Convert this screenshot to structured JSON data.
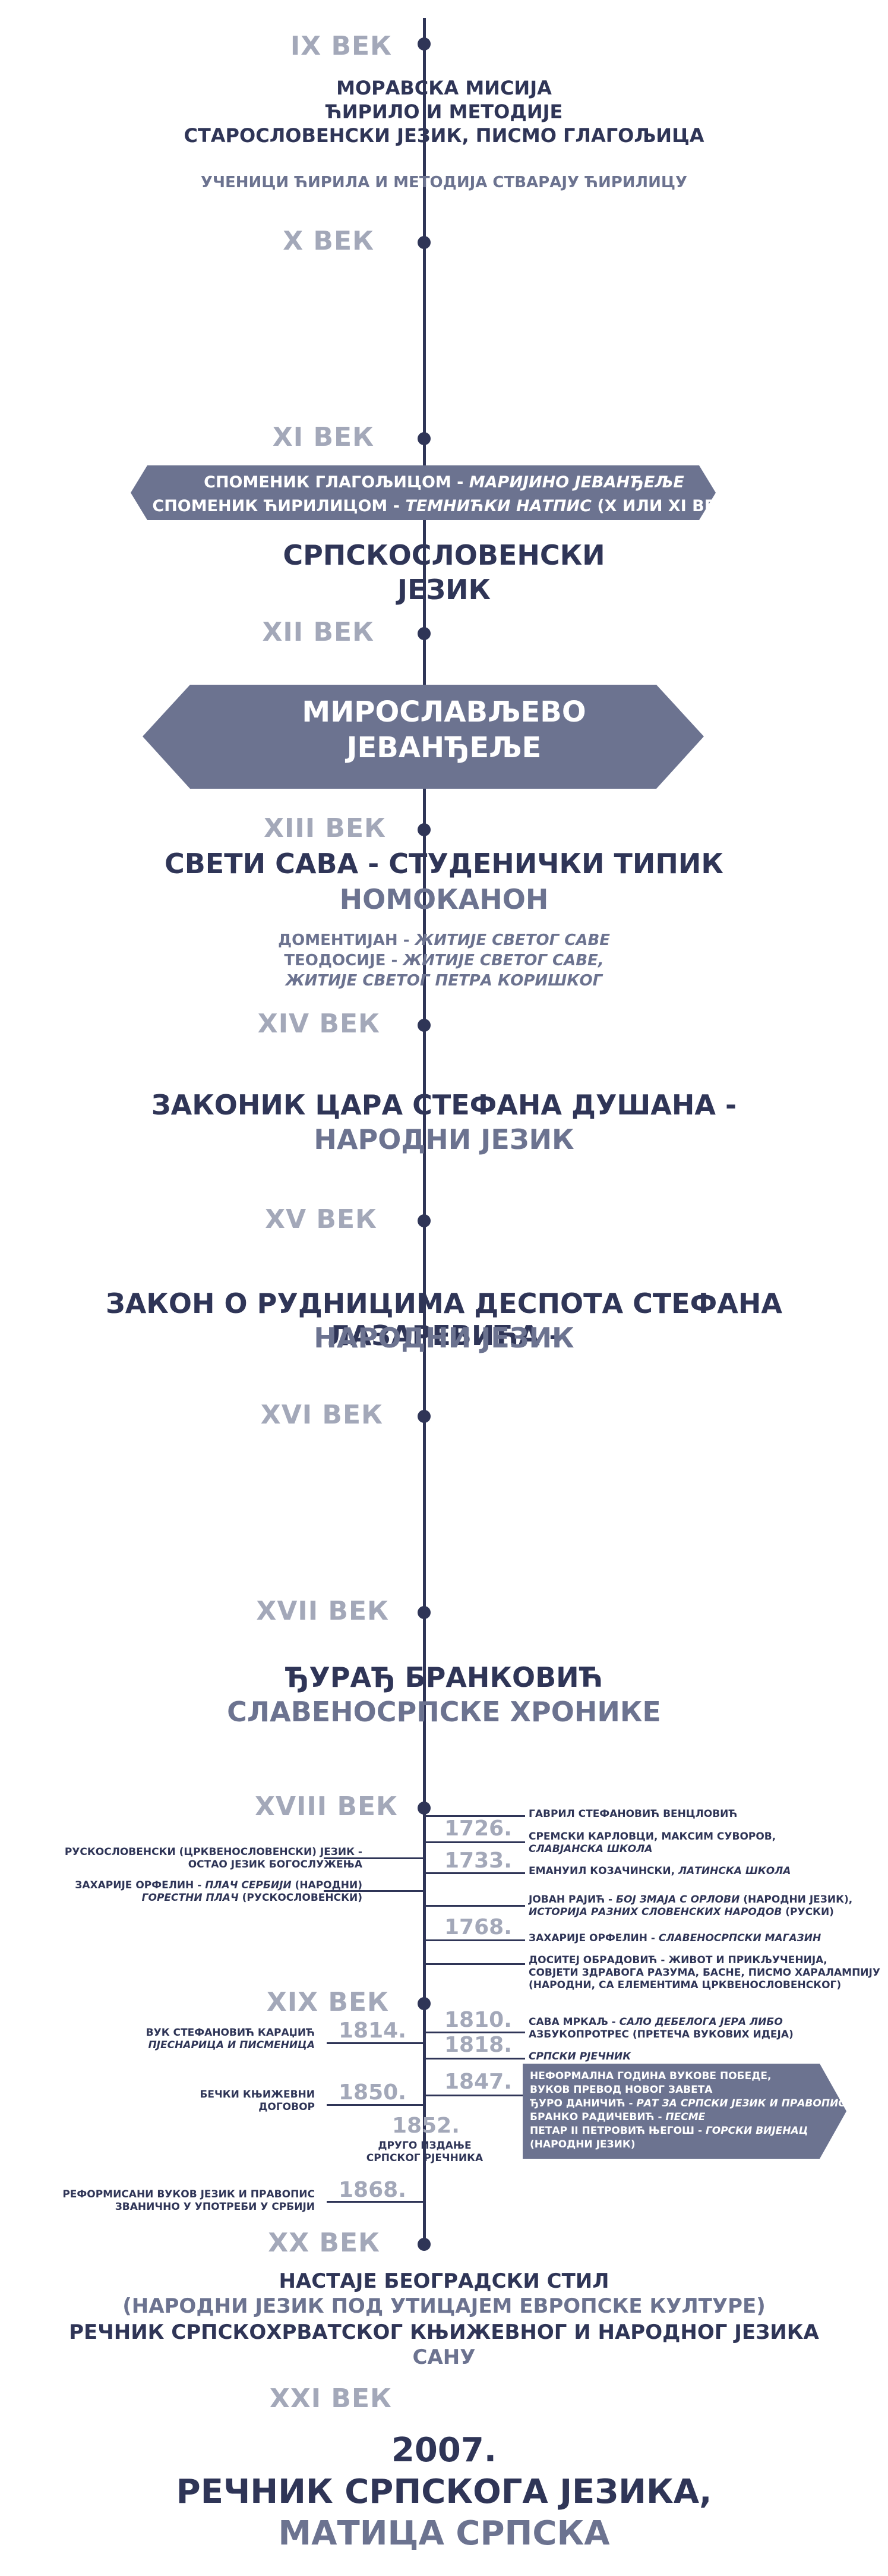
{
  "centuries": [
    "IX ВЕК",
    "X ВЕК",
    "XI ВЕК",
    "XII ВЕК",
    "XIII ВЕК",
    "XIV ВЕК",
    "XV ВЕК",
    "XVI ВЕК",
    "XVII ВЕК",
    "XVIII ВЕК",
    "XIX ВЕК",
    "XX ВЕК",
    "XXI ВЕК"
  ],
  "ix": {
    "line1": "МОРАВСКА МИСИЈА",
    "line2": "ЋИРИЛО И МЕТОДИЈЕ",
    "line3": "СТАРОСЛОВЕНСКИ ЈЕЗИК, ПИСМО ГЛАГОЉИЦА",
    "line4": "УЧЕНИЦИ ЋИРИЛА И МЕТОДИЈА СТВАРАЈУ ЋИРИЛИЦУ"
  },
  "xi": {
    "banner1_plain": "СПОМЕНИК ГЛАГОЉИЦОМ - ",
    "banner1_italic": "МАРИЈИНО ЈЕВАНЂЕЉЕ",
    "banner2_plain": "СПОМЕНИК ЋИРИЛИЦОМ - ",
    "banner2_italic": "ТЕМНИЋКИ НАТПИС",
    "banner2_tail": " (X ИЛИ XI ВЕК)",
    "title1": "СРПСКОСЛОВЕНСКИ",
    "title2": "ЈЕЗИК"
  },
  "xii": {
    "line1": "МИРОСЛАВЉЕВО",
    "line2": "ЈЕВАНЂЕЉЕ"
  },
  "xiii": {
    "title": "СВЕТИ САВА - СТУДЕНИЧКИ ТИПИК",
    "subtitle": "НОМОКАНОН",
    "a_plain": "ДОМЕНТИЈАН - ",
    "a_italic": "ЖИТИЈЕ СВЕТОГ САВЕ",
    "b_plain": "ТЕОДОСИЈЕ - ",
    "b_italic": "ЖИТИЈЕ СВЕТОГ САВЕ,",
    "c_italic": "ЖИТИЈЕ СВЕТОГ ПЕТРА КОРИШКОГ"
  },
  "xiv": {
    "title": "ЗАКОНИК ЦАРА СТЕФАНА ДУШАНА -",
    "subtitle": "НАРОДНИ ЈЕЗИК"
  },
  "xv": {
    "title": "ЗАКОН О РУДНИЦИМА ДЕСПОТА СТЕФАНА ЛАЗАРЕВИЋА -",
    "subtitle": "НАРОДНИ ЈЕЗИК"
  },
  "xvii": {
    "title": "ЂУРАЂ БРАНКОВИЋ",
    "subtitle": "СЛАВЕНОСРПСКЕ ХРОНИКЕ"
  },
  "xviii": {
    "r1": "ГАВРИЛ СТЕФАНОВИЋ ВЕНЦЛОВИЋ",
    "y1726": "1726.",
    "r2a": "СРЕМСКИ КАРЛОВЦИ, МАКСИМ СУВОРОВ,",
    "r2b": "СЛАВЈАНСКА ШКОЛА",
    "y1733": "1733.",
    "r3_plain": "ЕМАНУИЛ КОЗАЧИНСКИ, ",
    "r3_italic": "ЛАТИНСКА ШКОЛА",
    "r4a_plain": "ЈОВАН РАЈИЋ - ",
    "r4a_italic": "БОЈ ЗМАЈА С ОРЛОВИ",
    "r4a_tail": " (НАРОДНИ ЈЕЗИК),",
    "r4b_italic": "ИСТОРИЈА РАЗНИХ СЛОВЕНСКИХ НАРОДОВ",
    "r4b_tail": " (РУСКИ)",
    "y1768": "1768.",
    "r5_plain": "ЗАХАРИЈЕ ОРФЕЛИН - ",
    "r5_italic": "СЛАВЕНОСРПСКИ МАГАЗИН",
    "r6a": "ДОСИТЕЈ ОБРАДОВИЋ - ЖИВОТ И ПРИКЉУЧЕНИЈА,",
    "r6b": "СОВЈЕТИ ЗДРАВОГА РАЗУМА, БАСНЕ, ПИСМО ХАРАЛАМПИЈУ",
    "r6c": "(НАРОДНИ, СА ЕЛЕМЕНТИМА ЦРКВЕНОСЛОВЕНСКОГ)",
    "l1a": "РУСКОСЛОВЕНСКИ (ЦРКВЕНОСЛОВЕНСКИ) ЈЕЗИК -",
    "l1b": "ОСТАО ЈЕЗИК БОГОСЛУЖЕЊА",
    "l2a_plain": "ЗАХАРИЈЕ ОРФЕЛИН - ",
    "l2a_italic": "ПЛАЧ СЕРБИЈИ",
    "l2a_tail": " (НАРОДНИ)",
    "l2b_italic": "ГОРЕСТНИ ПЛАЧ",
    "l2b_tail": " (РУСКОСЛОВЕНСКИ)"
  },
  "xix": {
    "y1814": "1814.",
    "l1a": "ВУК СТЕФАНОВИЋ КАРАЏИЋ",
    "l1b": "ПЈЕСНАРИЦА И ПИСМЕНИЦА",
    "y1810": "1810.",
    "r1a_plain": "САВА МРКАЉ - ",
    "r1a_italic": "САЛО ДЕБЕЛОГА ЈЕРА ЛИБО",
    "r1b": "АЗБУКОПРОТРЕС (ПРЕТЕЧА ВУКОВИХ ИДЕЈА)",
    "y1818": "1818.",
    "r2_italic": "СРПСКИ РЈЕЧНИК",
    "y1850": "1850.",
    "l2a": "БЕЧКИ КЊИЖЕВНИ",
    "l2b": "ДОГОВОР",
    "y1847": "1847.",
    "b1": "НЕФОРМАЛНА ГОДИНА ВУКОВЕ ПОБЕДЕ,",
    "b2": "ВУКОВ ПРЕВОД НОВОГ ЗАВЕТА",
    "b3_plain": "ЂУРО ДАНИЧИЋ - ",
    "b3_italic": "РАТ ЗА СРПСКИ ЈЕЗИК И ПРАВОПИС",
    "b4_plain": "БРАНКО РАДИЧЕВИЋ - ",
    "b4_italic": "ПЕСМЕ",
    "b5_plain": "ПЕТАР II ПЕТРОВИЋ ЊЕГОШ - ",
    "b5_italic": "ГОРСКИ ВИЈЕНАЦ",
    "b6": "(НАРОДНИ ЈЕЗИК)",
    "y1852": "1852.",
    "c1": "ДРУГО ИЗДАЊЕ",
    "c2": "СРПСКОГ РЈЕЧНИКА",
    "y1868": "1868.",
    "l3a": "РЕФОРМИСАНИ ВУКОВ ЈЕЗИК И ПРАВОПИС",
    "l3b": "ЗВАНИЧНО У УПОТРЕБИ У СРБИЈИ"
  },
  "xx": {
    "line1": "НАСТАЈЕ БЕОГРАДСКИ СТИЛ",
    "line2": "(НАРОДНИ ЈЕЗИК ПОД УТИЦАЈЕМ ЕВРОПСКЕ КУЛТУРЕ)",
    "line3": "РЕЧНИК СРПСКОХРВАТСКОГ КЊИЖЕВНОГ И НАРОДНОГ ЈЕЗИКА",
    "line4": "САНУ"
  },
  "xxi": {
    "year": "2007.",
    "line1": "РЕЧНИК СРПСКОГА ЈЕЗИКА,",
    "line2": "МАТИЦА СРПСКА"
  },
  "colors": {
    "navy": "#2f3557",
    "slate": "#6c7390",
    "light": "#a3a8b9"
  }
}
